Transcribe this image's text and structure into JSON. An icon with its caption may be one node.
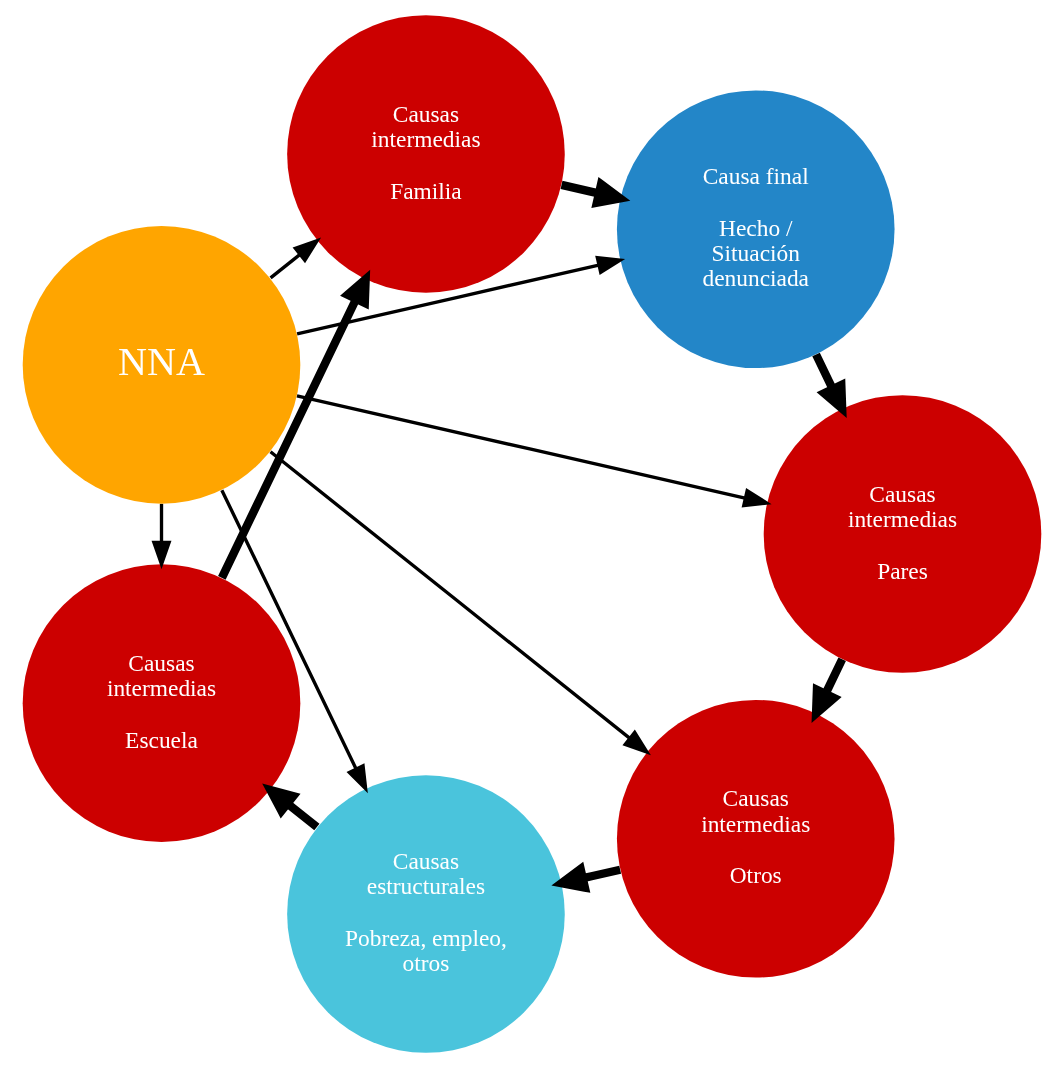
{
  "diagram": {
    "nodes": [
      {
        "text": [
          "NNA"
        ]
      },
      {
        "text": [
          "Causas estructurales",
          "Pobreza, empleo, otros"
        ]
      },
      {
        "text": [
          "Causas intermedias",
          "Escuela"
        ]
      },
      {
        "text": [
          "Causas intermedias",
          "Familia"
        ]
      },
      {
        "text": [
          "Causa final",
          "Hecho / Situación denunciada"
        ]
      },
      {
        "text": [
          "Causas intermedias",
          "Pares"
        ]
      },
      {
        "text": [
          "Causas intermedias",
          "Otros"
        ]
      }
    ],
    "edges": [
      {
        "from": 0,
        "to": 1,
        "arrow": "to"
      },
      {
        "from": 0,
        "to": 2,
        "arrow": "to"
      },
      {
        "from": 0,
        "to": 3,
        "arrow": "to"
      },
      {
        "from": 0,
        "to": 4,
        "arrow": "to"
      },
      {
        "from": 0,
        "to": 5,
        "arrow": "to"
      },
      {
        "from": 0,
        "to": 6,
        "arrow": "to"
      },
      {
        "from": 1,
        "to": 2,
        "arrow": "to",
        "style": "thick"
      },
      {
        "from": 2,
        "to": 3,
        "arrow": "to",
        "style": "thick"
      },
      {
        "from": 3,
        "to": 4,
        "arrow": "to",
        "style": "thick"
      },
      {
        "from": 4,
        "to": 5,
        "arrow": "to",
        "style": "thick"
      },
      {
        "from": 5,
        "to": 6,
        "arrow": "to",
        "style": "thick"
      },
      {
        "from": 6,
        "to": 1,
        "arrow": "to",
        "style": "thick"
      }
    ]
  }
}
